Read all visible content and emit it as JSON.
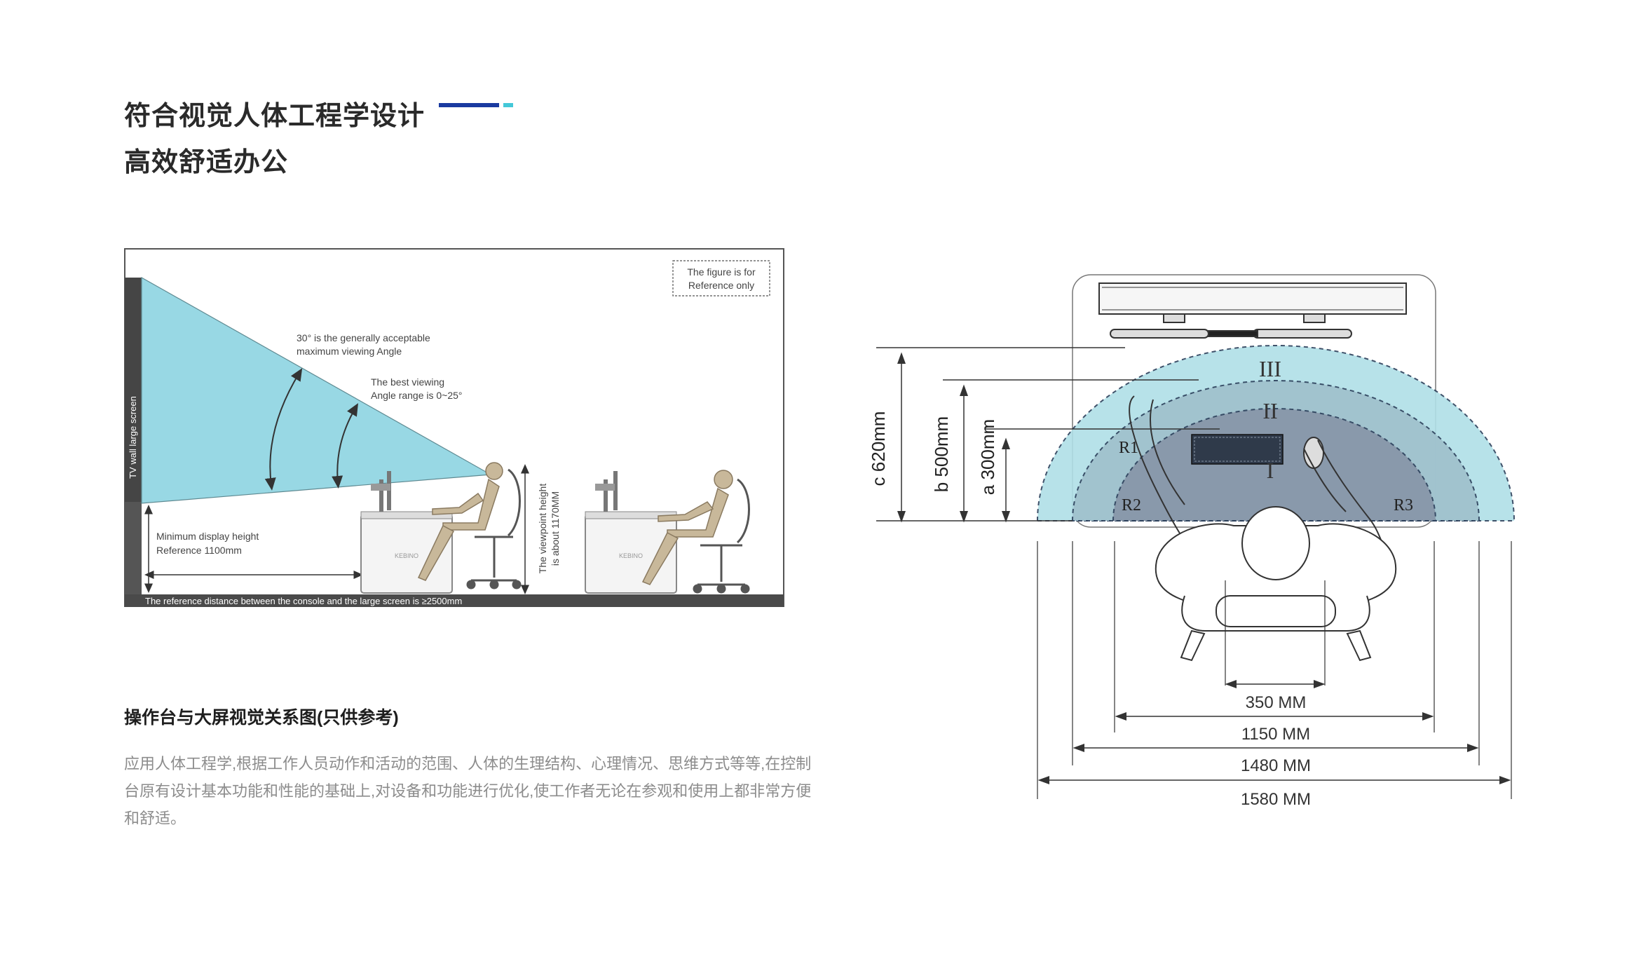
{
  "header": {
    "title_line1": "符合视觉人体工程学设计",
    "title_line2": "高效舒适办公",
    "accent_colors": [
      "#1a3aa0",
      "#44c8d8"
    ]
  },
  "side_view": {
    "screen_label": "TV wall large screen",
    "note": [
      "The figure is for",
      "Reference only"
    ],
    "angle30": [
      "30° is the generally acceptable",
      "maximum viewing Angle"
    ],
    "best_angle": [
      "The best viewing",
      "Angle range is 0~25°"
    ],
    "min_height": [
      "Minimum display height",
      "Reference 1100mm"
    ],
    "viewpoint": [
      "The viewpoint height",
      "is about 1170MM"
    ],
    "distance": "The reference distance between the console and the large screen is ≥2500mm",
    "brand": "KEBINO",
    "colors": {
      "sight_cone": "#98d8e4",
      "ground": "#4a4a4a"
    }
  },
  "caption": {
    "title": "操作台与大屏视觉关系图(只供参考)",
    "description": "应用人体工程学,根据工作人员动作和活动的范围、人体的生理结构、心理情况、思维方式等等,在控制台原有设计基本功能和性能的基础上,对设备和功能进行优化,使工作者无论在参观和使用上都非常方便和舒适。"
  },
  "plan_view": {
    "zones": [
      "III",
      "II",
      "I"
    ],
    "radii": [
      "R1",
      "R2",
      "R3"
    ],
    "depths": [
      "c 620mm",
      "b 500mm",
      "a 300mm"
    ],
    "widths": [
      "350 MM",
      "1150 MM",
      "1480 MM",
      "1580 MM"
    ],
    "colors": {
      "outer": "#b0dfe7",
      "middle": "#9fc0cc",
      "inner": "#8795a8"
    }
  }
}
